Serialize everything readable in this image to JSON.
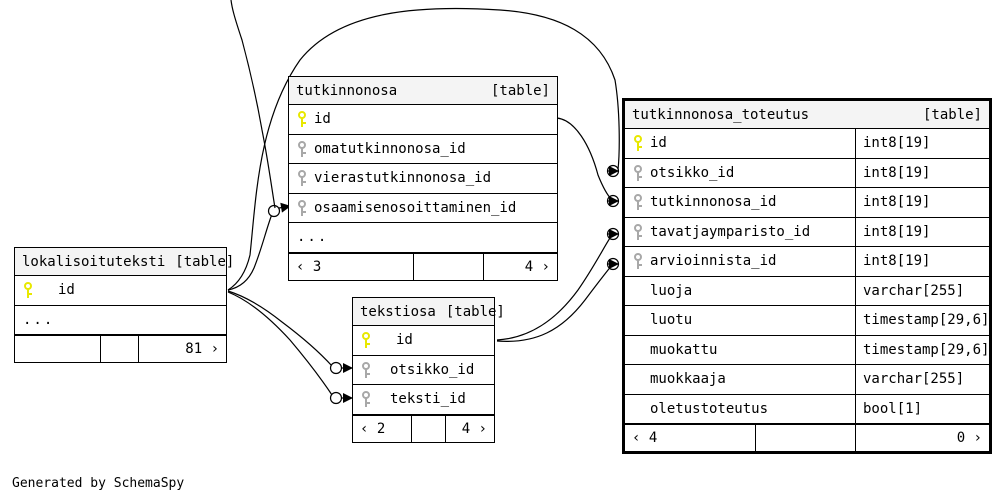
{
  "caption": "Generated by SchemaSpy",
  "colors": {
    "primary_key": "#e8e800",
    "foreign_key": "#a8a8a8",
    "header_bg": "#f4f4f4",
    "border": "#000000",
    "background": "#ffffff"
  },
  "table_tag": "[table]",
  "nav_prev_glyph": "‹",
  "nav_next_glyph": "›",
  "ellipsis": "...",
  "tables": {
    "tutkinnonosa": {
      "name": "tutkinnonosa",
      "tag": "[table]",
      "columns": [
        {
          "name": "id",
          "key": "pk"
        },
        {
          "name": "omatutkinnonosa_id",
          "key": "fk"
        },
        {
          "name": "vierastutkinnonosa_id",
          "key": "fk"
        },
        {
          "name": "osaamisenosoittaminen_id",
          "key": "fk"
        }
      ],
      "more_rows": "...",
      "footer": {
        "left": "‹ 3",
        "middle": "",
        "right": "4 ›"
      }
    },
    "tutkinnonosa_toteutus": {
      "name": "tutkinnonosa_toteutus",
      "tag": "[table]",
      "focal": true,
      "columns": [
        {
          "name": "id",
          "key": "pk",
          "type": "int8[19]"
        },
        {
          "name": "otsikko_id",
          "key": "fk",
          "type": "int8[19]"
        },
        {
          "name": "tutkinnonosa_id",
          "key": "fk",
          "type": "int8[19]"
        },
        {
          "name": "tavatjaymparisto_id",
          "key": "fk",
          "type": "int8[19]"
        },
        {
          "name": "arvioinnista_id",
          "key": "fk",
          "type": "int8[19]"
        },
        {
          "name": "luoja",
          "key": "none",
          "type": "varchar[255]"
        },
        {
          "name": "luotu",
          "key": "none",
          "type": "timestamp[29,6]"
        },
        {
          "name": "muokattu",
          "key": "none",
          "type": "timestamp[29,6]"
        },
        {
          "name": "muokkaaja",
          "key": "none",
          "type": "varchar[255]"
        },
        {
          "name": "oletustoteutus",
          "key": "none",
          "type": "bool[1]"
        }
      ],
      "footer": {
        "left": "‹ 4",
        "middle": "",
        "right": "0 ›"
      }
    },
    "lokalisoituteksti": {
      "name": "lokalisoituteksti",
      "tag": "[table]",
      "columns": [
        {
          "name": "id",
          "key": "pk"
        }
      ],
      "more_rows": "...",
      "footer": {
        "left": "",
        "middle": "",
        "right": "81 ›"
      }
    },
    "tekstiosa": {
      "name": "tekstiosa",
      "tag": "[table]",
      "columns": [
        {
          "name": "id",
          "key": "pk"
        },
        {
          "name": "otsikko_id",
          "key": "fk"
        },
        {
          "name": "teksti_id",
          "key": "fk"
        }
      ],
      "footer": {
        "left": "‹ 2",
        "middle": "",
        "right": "4 ›"
      }
    }
  }
}
